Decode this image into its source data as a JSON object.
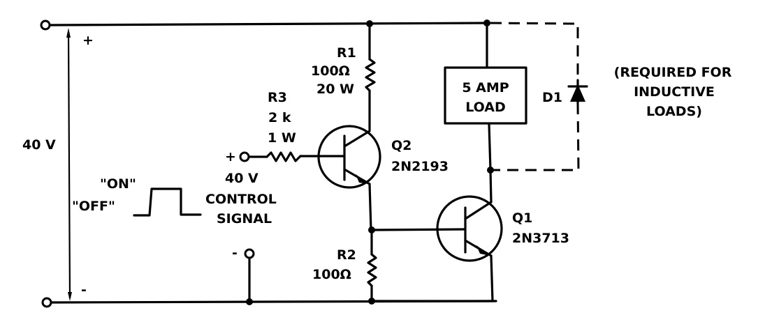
{
  "diagram": {
    "type": "circuit-schematic",
    "supply": {
      "voltage_label": "40 V",
      "plus_label": "+",
      "minus_label": "-"
    },
    "components": {
      "R1": {
        "name": "R1",
        "value": "100Ω",
        "power": "20 W"
      },
      "R2": {
        "name": "R2",
        "value": "100Ω"
      },
      "R3": {
        "name": "R3",
        "value": "2 k",
        "power": "1 W"
      },
      "Q1": {
        "name": "Q1",
        "part": "2N3713"
      },
      "Q2": {
        "name": "Q2",
        "part": "2N2193"
      },
      "D1": {
        "name": "D1",
        "note_lines": [
          "(REQUIRED FOR",
          "INDUCTIVE",
          "LOADS)"
        ]
      },
      "load": {
        "lines": [
          "5 AMP",
          "LOAD"
        ]
      }
    },
    "control": {
      "plus_label": "+",
      "minus_label": "-",
      "lines": [
        "40 V",
        "CONTROL",
        "SIGNAL"
      ],
      "on_label": "\"ON\"",
      "off_label": "\"OFF\""
    }
  }
}
